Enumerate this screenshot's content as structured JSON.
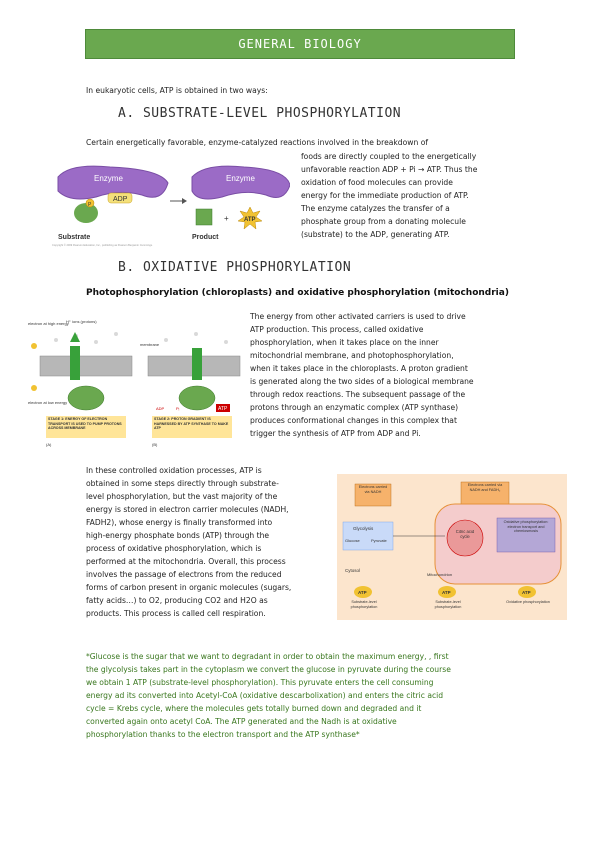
{
  "banner": "General Biology",
  "intro": "In eukaryotic cells, ATP is obtained in two ways:",
  "sectionA": {
    "heading": "A.  Substrate-level phosphorylation",
    "lead": "Certain energetically favorable, enzyme-catalyzed reactions involved in the breakdown of",
    "lines": [
      "foods are directly coupled to the energetically",
      "unfavorable reaction ADP + Pi → ATP. Thus the",
      "oxidation of food molecules can provide",
      "energy for the immediate production of ATP.",
      "The enzyme catalyzes the transfer of a",
      "phosphate group from a donating molecule",
      "(substrate) to the ADP, generating ATP."
    ],
    "figure": {
      "enzyme1": "Enzyme",
      "enzyme2": "Enzyme",
      "p": "P",
      "adp": "ADP",
      "atp": "ATP",
      "substrate": "Substrate",
      "product": "Product",
      "plus": "+",
      "copyright": "Copyright © 2009 Pearson Education, Inc., publishing as Pearson Benjamin Cummings."
    }
  },
  "sectionB": {
    "heading": "B.  Oxidative phosphorylation",
    "subheading": "Photophosphorylation (chloroplasts) and oxidative phosphorylation (mitochondria)",
    "para1": [
      "The energy from other activated carriers is used to drive",
      "ATP production. This process, called oxidative",
      "phosphorylation, when it takes place on the inner",
      "mitochondrial membrane, and photophosphorylation,",
      "when it takes place in the chloroplasts. A proton gradient",
      "is generated along the two sides of a biological membrane",
      "through redox reactions. The subsequent passage of the",
      "protons through an enzymatic complex (ATP synthase)",
      "produces conformational changes in this complex that",
      "trigger the synthesis of ATP from ADP and Pi."
    ],
    "figure1": {
      "electron_high": "electron at high energy",
      "hions": "H⁺ ions (protons)",
      "membrane": "membrane",
      "electron_low": "electron at low energy",
      "stage1": "STAGE 1: ENERGY OF ELECTRON TRANSPORT IS USED TO PUMP PROTONS ACROSS MEMBRANE",
      "stage2": "STAGE 2: PROTON GRADIENT IS HARNESSED BY ATP SYNTHASE TO MAKE ATP",
      "label_a": "(A)",
      "label_b": "(B)",
      "adp": "ADP",
      "pi": "Pᵢ",
      "atp": "ATP"
    },
    "para2": [
      "In these controlled oxidation processes, ATP is",
      "obtained in some steps directly through substrate-",
      "level phosphorylation, but the vast majority of the",
      "energy is stored in electron carrier molecules (NADH,",
      "FADH2), whose energy is finally transformed into",
      "high-energy phosphate bonds (ATP) through the",
      "process of oxidative phosphorylation, which is",
      "performed at the mitochondria. Overall, this process",
      "involves the passage of electrons from the reduced",
      "forms of carbon present in organic molecules (sugars,",
      "fatty acids…) to O2, producing CO2 and H2O as",
      "products. This process is called cell respiration."
    ],
    "figure2": {
      "nadh1": "Electrons carried via NADH",
      "nadh2": "Electrons carried via NADH and FADH₂",
      "glycolysis": "Glycolysis",
      "glucose": "Glucose",
      "pyruvate": "Pyruvate",
      "citric": "Citric acid cycle",
      "oxphos": "Oxidative phosphorylation: electron transport and chemiosmosis",
      "mitochondrion": "Mitochondrion",
      "cytosol": "Cytosol",
      "atp1": "ATP",
      "atp2": "ATP",
      "atp3": "ATP",
      "sub1": "Substrate-level phosphorylation",
      "sub2": "Substrate-level phosphorylation",
      "ox": "Oxidative phosphorylation"
    }
  },
  "note": [
    "*Glucose is the sugar that we want to degradant in order to obtain the maximum energy, , first",
    "the glycolysis takes part in the cytoplasm we convert the glucose in pyruvate during the course",
    "we obtain 1 ATP (substrate-level phosphorylation). This pyruvate enters the cell consuming",
    "energy ad its converted into Acetyl-CoA (oxidative descarbolixation) and enters the citric acid",
    "cycle = Krebs cycle, where the molecules gets totally burned down and degraded and it",
    "converted again onto acetyl CoA. The ATP generated and the Nadh is at oxidative",
    "phosphorylation thanks to the electron transport and the ATP synthase*"
  ]
}
